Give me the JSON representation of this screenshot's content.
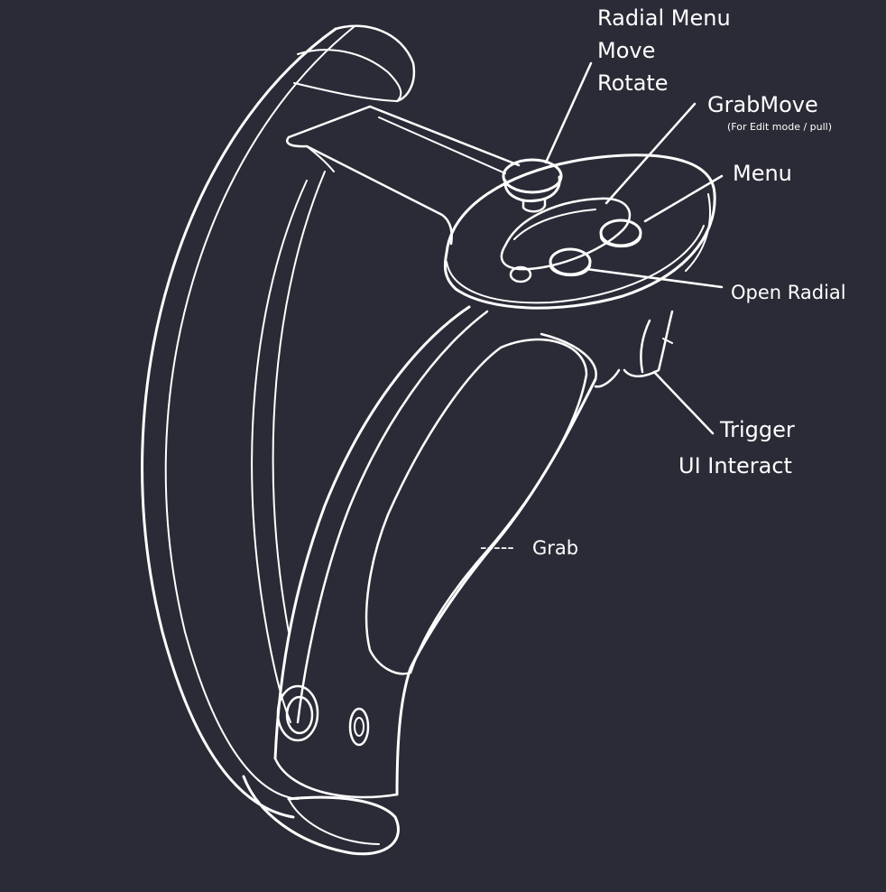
{
  "labels": {
    "radial_menu": "Radial Menu",
    "move": "Move",
    "rotate": "Rotate",
    "grabmove": "GrabMove",
    "grabmove_note": "(For Edit mode / pull)",
    "menu": "Menu",
    "open_radial": "Open Radial",
    "trigger": "Trigger",
    "ui_interact": "UI Interact",
    "grab_prefix": "-----",
    "grab": "Grab"
  },
  "colors": {
    "background": "#2a2b36",
    "line": "#ffffff"
  }
}
